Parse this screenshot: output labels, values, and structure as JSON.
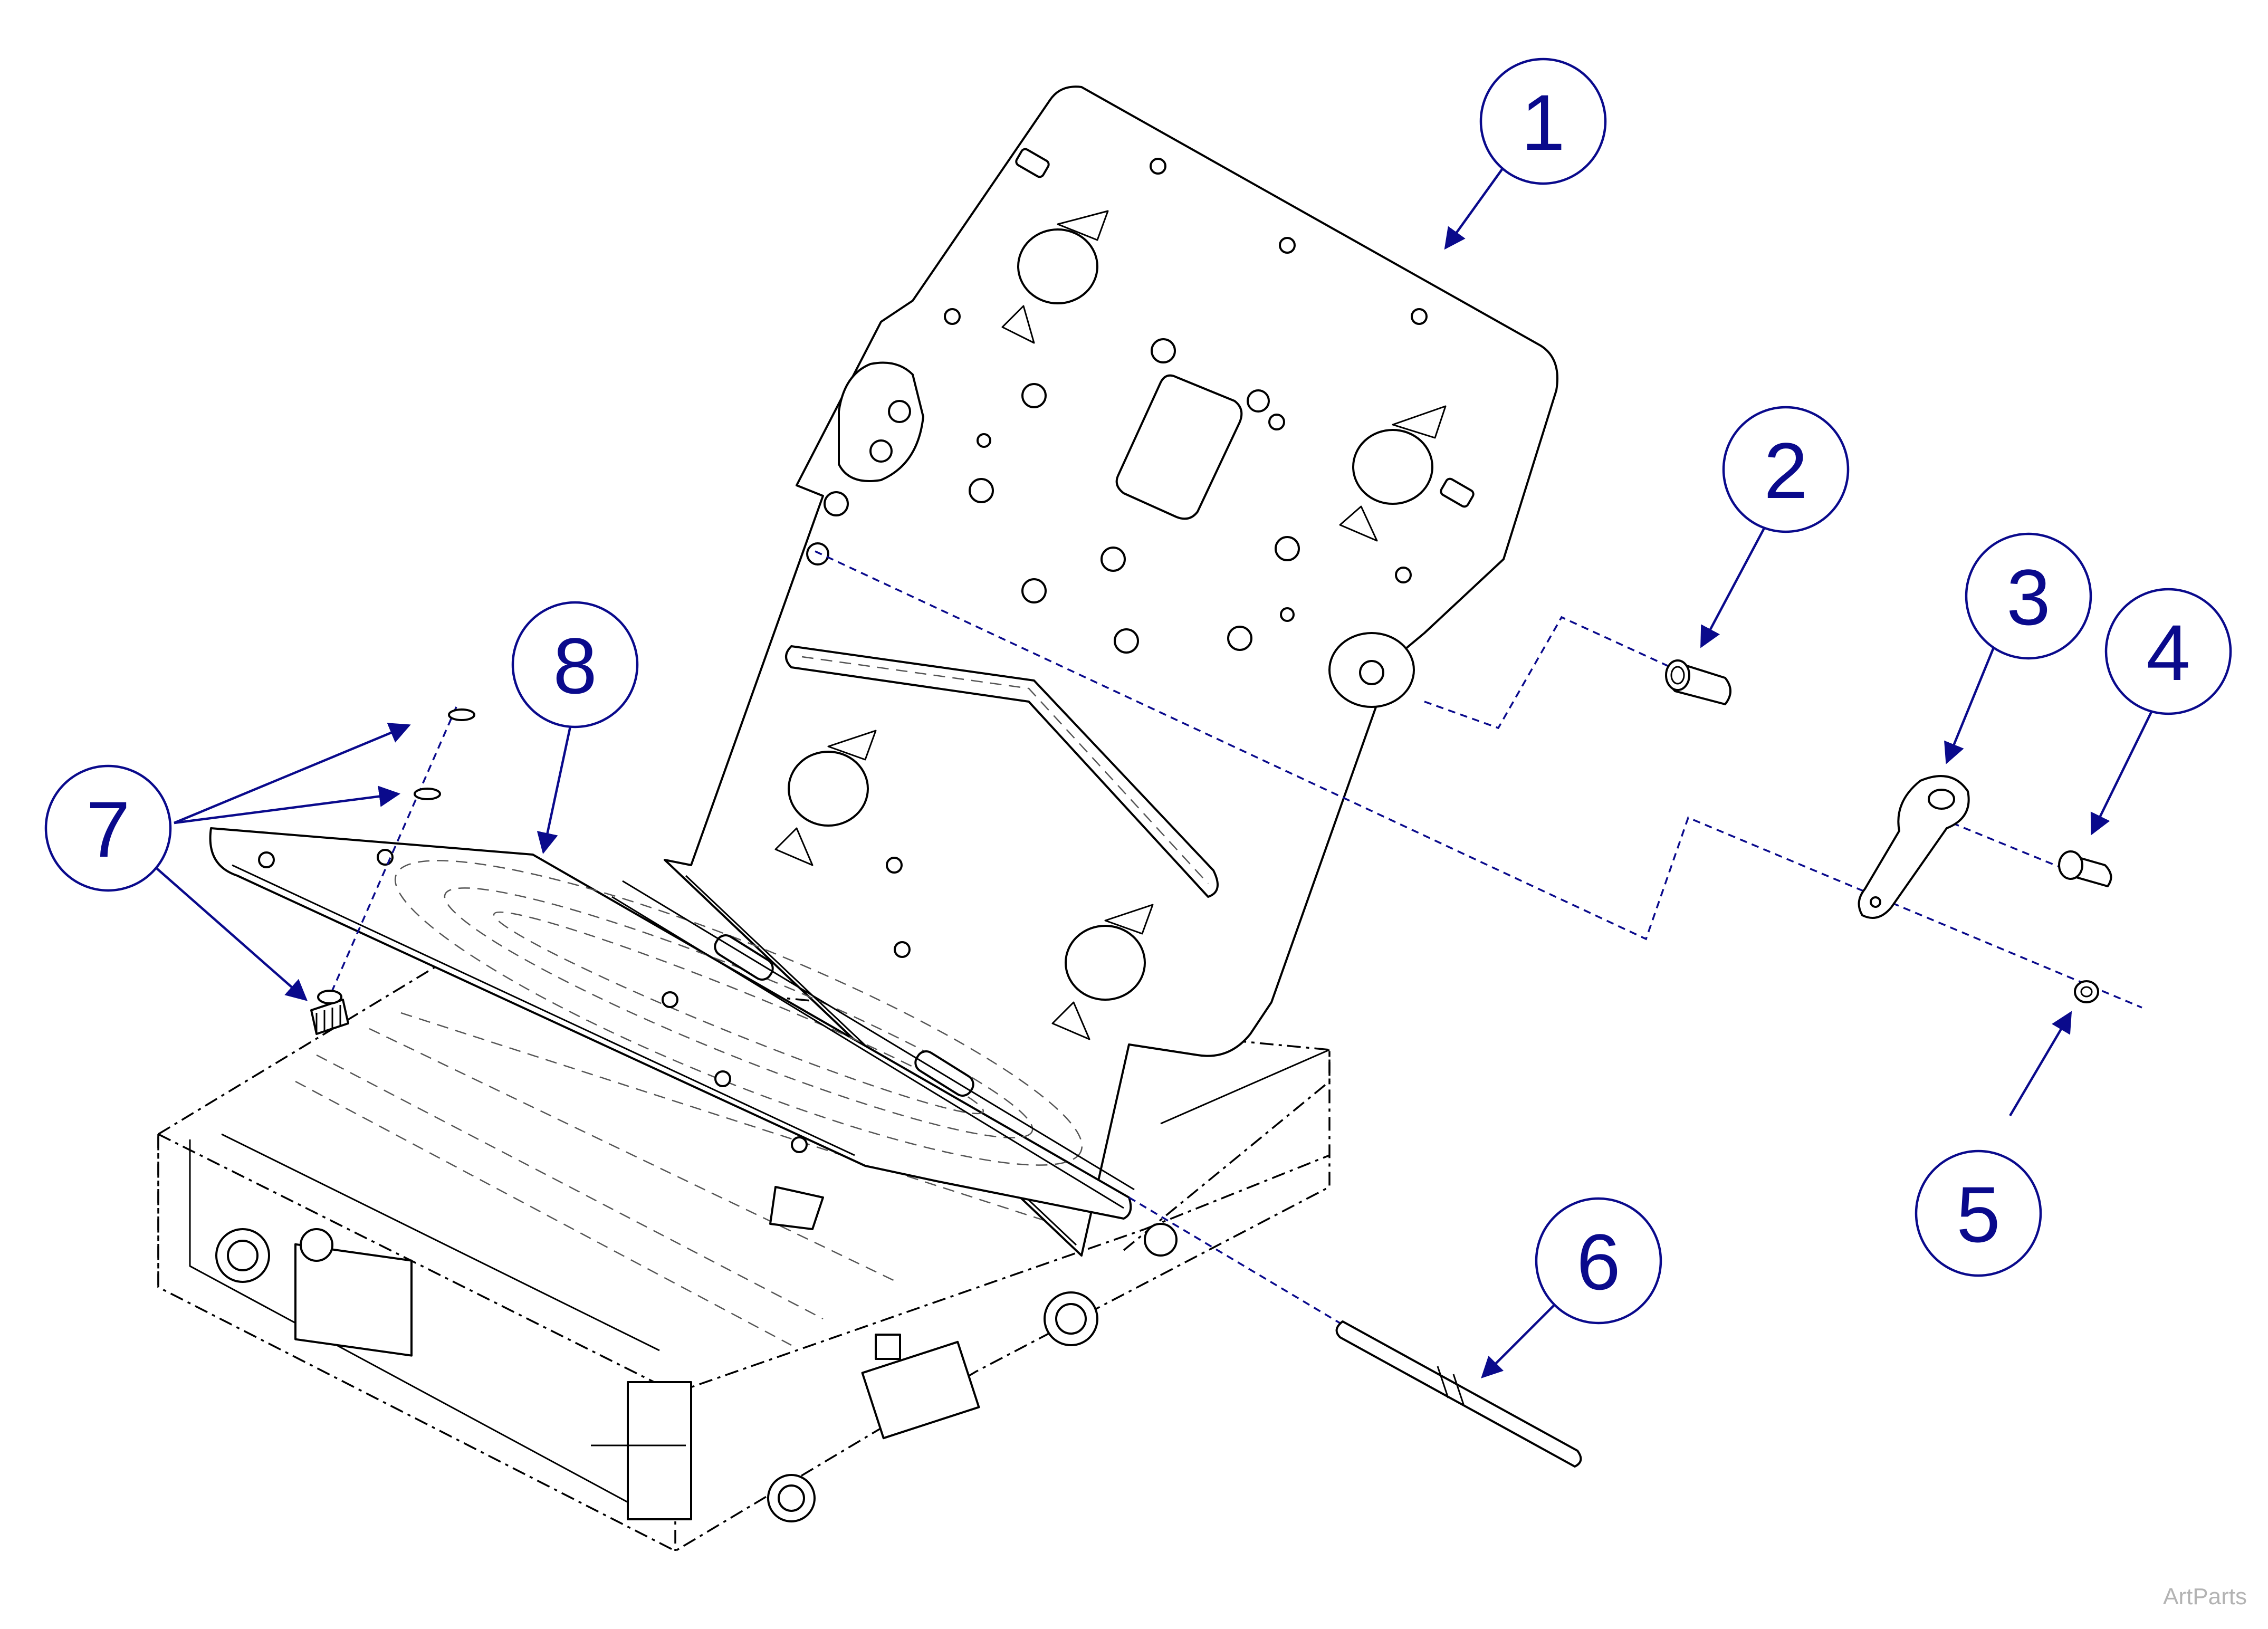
{
  "callouts": [
    {
      "id": "1",
      "label": "1"
    },
    {
      "id": "2",
      "label": "2"
    },
    {
      "id": "3",
      "label": "3"
    },
    {
      "id": "4",
      "label": "4"
    },
    {
      "id": "5",
      "label": "5"
    },
    {
      "id": "6",
      "label": "6"
    },
    {
      "id": "7",
      "label": "7"
    },
    {
      "id": "8",
      "label": "8"
    }
  ],
  "watermark": "ArtParts",
  "colors": {
    "callout": "#0a0a8c",
    "linework": "#000000",
    "background": "#ffffff",
    "watermark": "#b3b3b3"
  }
}
